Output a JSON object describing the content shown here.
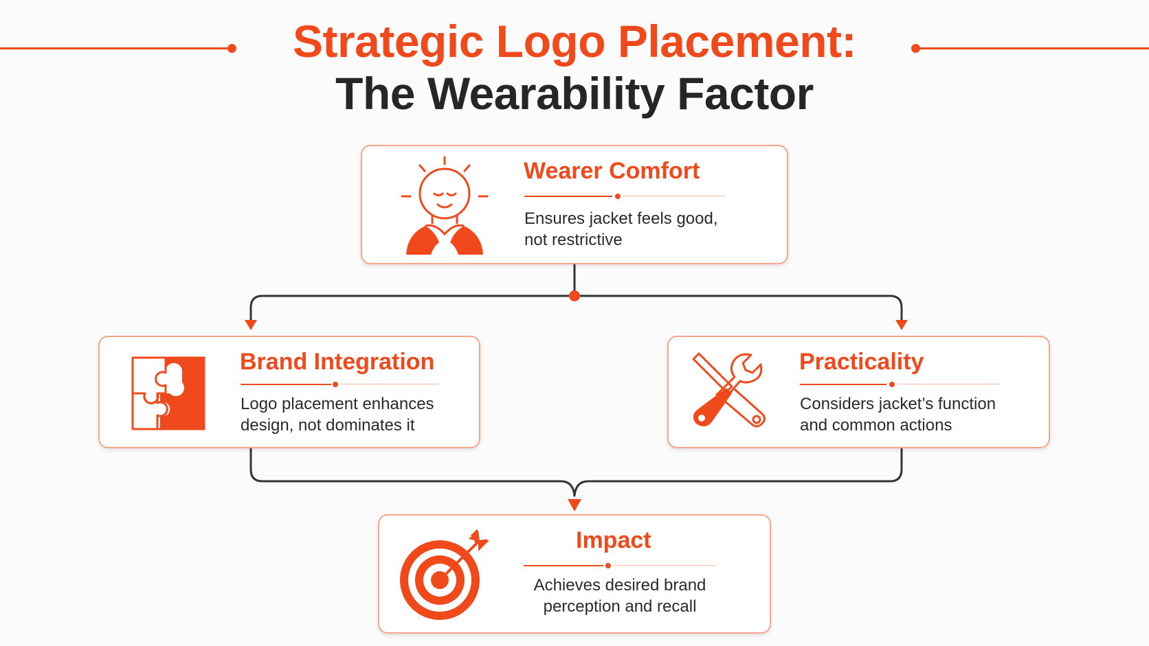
{
  "title": {
    "line1": "Strategic Logo Placement:",
    "line2": "The Wearability Factor"
  },
  "colors": {
    "accent": "#f04a1c",
    "text_dark": "#262626",
    "card_border": "#f7a68d",
    "connector": "#333333"
  },
  "nodes": {
    "wearer_comfort": {
      "icon": "relaxed-person-icon",
      "heading": "Wearer Comfort",
      "desc_line1": "Ensures jacket feels good,",
      "desc_line2": "not restrictive"
    },
    "brand_integration": {
      "icon": "puzzle-piece-icon",
      "heading": "Brand Integration",
      "desc_line1": "Logo placement enhances",
      "desc_line2": "design, not dominates it"
    },
    "practicality": {
      "icon": "tools-icon",
      "heading": "Practicality",
      "desc_line1": "Considers jacket’s function",
      "desc_line2": "and common actions"
    },
    "impact": {
      "icon": "target-icon",
      "heading": "Impact",
      "desc_line1": "Achieves desired brand",
      "desc_line2": "perception and recall"
    }
  },
  "edges": [
    {
      "from": "wearer_comfort",
      "to": "brand_integration"
    },
    {
      "from": "wearer_comfort",
      "to": "practicality"
    },
    {
      "from": "brand_integration",
      "to": "impact"
    },
    {
      "from": "practicality",
      "to": "impact"
    }
  ]
}
